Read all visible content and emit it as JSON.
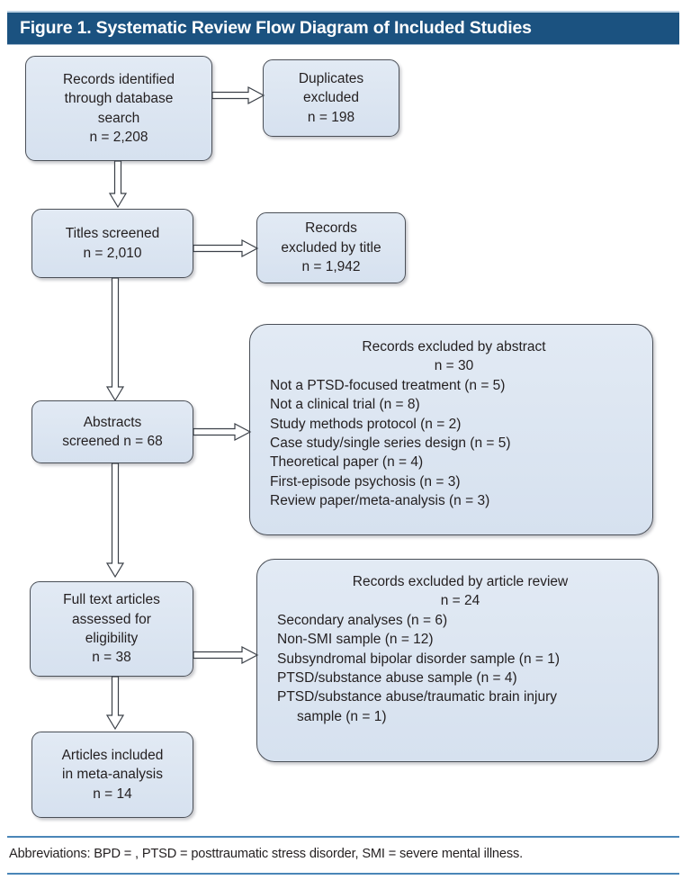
{
  "figure": {
    "title": "Figure 1. Systematic Review Flow Diagram of Included Studies",
    "footnote": "Abbreviations: BPD = , PTSD = posttraumatic stress disorder, SMI = severe mental illness.",
    "colors": {
      "title_bar": "#1b5280",
      "title_text": "#ffffff",
      "box_fill": "#dde6f2",
      "box_border": "#4a4f57",
      "rule": "#4a86b8",
      "body_text": "#231f20"
    }
  },
  "nodes": {
    "identified": {
      "name": "records-identified",
      "lines": [
        "Records identified",
        "through database",
        "search",
        "n = 2,208"
      ]
    },
    "duplicates": {
      "name": "duplicates-excluded",
      "lines": [
        "Duplicates",
        "excluded",
        "n = 198"
      ]
    },
    "titles_screened": {
      "name": "titles-screened",
      "lines": [
        "Titles screened",
        "n = 2,010"
      ]
    },
    "excluded_title": {
      "name": "records-excluded-by-title",
      "lines": [
        "Records",
        "excluded by title",
        "n = 1,942"
      ]
    },
    "abstracts_screened": {
      "name": "abstracts-screened",
      "lines": [
        "Abstracts",
        "screened n = 68"
      ]
    },
    "excluded_abstract": {
      "name": "records-excluded-by-abstract",
      "heading": "Records excluded by abstract",
      "count": "n = 30",
      "items": [
        "Not a PTSD-focused treatment (n = 5)",
        "Not a clinical trial (n = 8)",
        "Study methods protocol (n = 2)",
        "Case study/single series design (n = 5)",
        "Theoretical paper (n = 4)",
        "First-episode psychosis (n = 3)",
        "Review paper/meta-analysis (n = 3)"
      ]
    },
    "full_text": {
      "name": "full-text-articles-assessed",
      "lines": [
        "Full text articles",
        "assessed for",
        "eligibility",
        "n = 38"
      ]
    },
    "excluded_article": {
      "name": "records-excluded-by-article-review",
      "heading": "Records excluded by article review",
      "count": "n = 24",
      "items": [
        "Secondary analyses (n = 6)",
        "Non-SMI sample (n = 12)",
        "Subsyndromal bipolar disorder sample (n = 1)",
        "PTSD/substance abuse sample (n = 4)",
        "PTSD/substance abuse/traumatic brain injury"
      ],
      "items_continuation": "sample (n = 1)"
    },
    "included": {
      "name": "articles-included",
      "lines": [
        "Articles included",
        "in meta-analysis",
        "n = 14"
      ]
    }
  },
  "chart_data": {
    "type": "diagram",
    "title": "Figure 1. Systematic Review Flow Diagram of Included Studies",
    "stages": [
      {
        "stage": "Records identified through database search",
        "n": 2208
      },
      {
        "stage": "Duplicates excluded",
        "n": 198
      },
      {
        "stage": "Titles screened",
        "n": 2010
      },
      {
        "stage": "Records excluded by title",
        "n": 1942
      },
      {
        "stage": "Abstracts screened",
        "n": 68
      },
      {
        "stage": "Records excluded by abstract",
        "n": 30
      },
      {
        "stage": "Full text articles assessed for eligibility",
        "n": 38
      },
      {
        "stage": "Records excluded by article review",
        "n": 24
      },
      {
        "stage": "Articles included in meta-analysis",
        "n": 14
      }
    ],
    "excluded_by_abstract_breakdown": [
      {
        "reason": "Not a PTSD-focused treatment",
        "n": 5
      },
      {
        "reason": "Not a clinical trial",
        "n": 8
      },
      {
        "reason": "Study methods protocol",
        "n": 2
      },
      {
        "reason": "Case study/single series design",
        "n": 5
      },
      {
        "reason": "Theoretical paper",
        "n": 4
      },
      {
        "reason": "First-episode psychosis",
        "n": 3
      },
      {
        "reason": "Review paper/meta-analysis",
        "n": 3
      }
    ],
    "excluded_by_article_review_breakdown": [
      {
        "reason": "Secondary analyses",
        "n": 6
      },
      {
        "reason": "Non-SMI sample",
        "n": 12
      },
      {
        "reason": "Subsyndromal bipolar disorder sample",
        "n": 1
      },
      {
        "reason": "PTSD/substance abuse sample",
        "n": 4
      },
      {
        "reason": "PTSD/substance abuse/traumatic brain injury sample",
        "n": 1
      }
    ]
  }
}
